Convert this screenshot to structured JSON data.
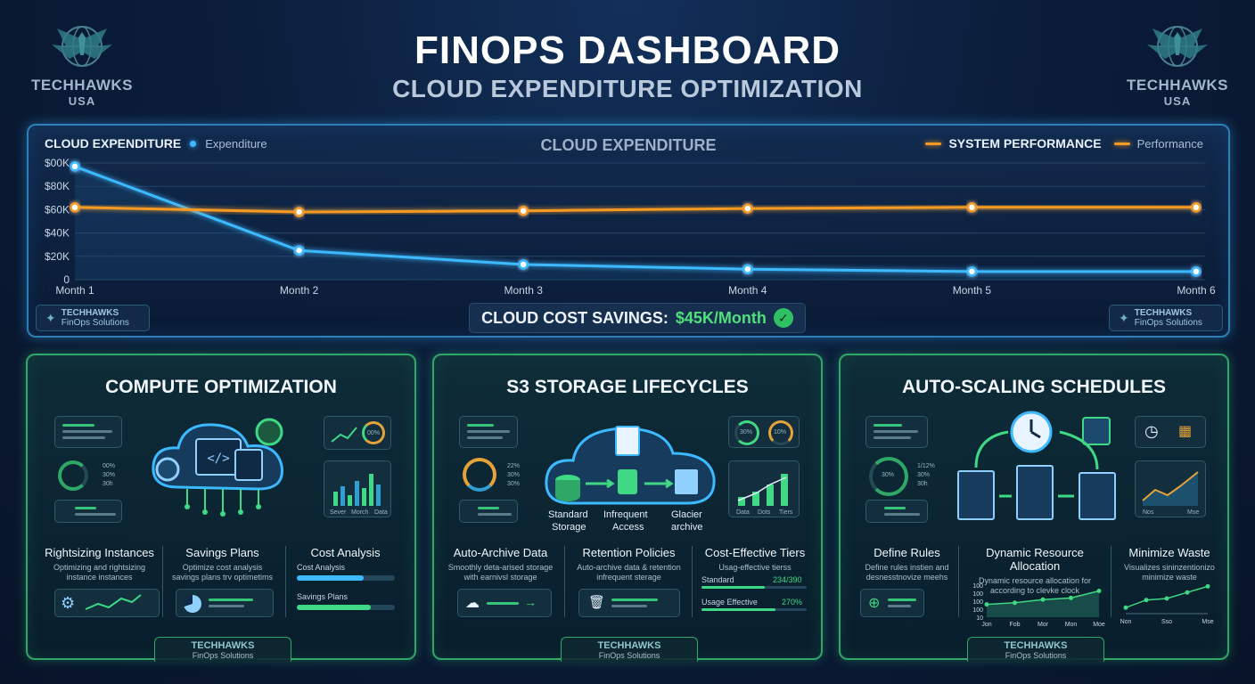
{
  "header": {
    "title": "FINOPS DASHBOARD",
    "subtitle": "CLOUD EXPENDITURE OPTIMIZATION",
    "brand_name": "TECHHAWKS",
    "brand_sub": "USA"
  },
  "chart": {
    "left_title": "CLOUD EXPENDITURE",
    "center_title": "CLOUD EXPENDITURE",
    "right_title": "SYSTEM PERFORMANCE",
    "expenditure_legend": "Expenditure",
    "performance_legend": "Performance",
    "badge_line1": "TECHHAWKS",
    "badge_line2": "FinOps Solutions",
    "savings_label": "CLOUD COST SAVINGS:",
    "savings_value": "$45K/Month"
  },
  "chart_data": {
    "type": "line",
    "x": [
      "Month 1",
      "Month 2",
      "Month 3",
      "Month 4",
      "Month 5",
      "Month 6"
    ],
    "y_ticks": [
      "0",
      "$20K",
      "$40K",
      "$60K",
      "$80K",
      "$00K"
    ],
    "ylim": [
      0,
      100
    ],
    "series": [
      {
        "name": "Expenditure",
        "values": [
          97,
          25,
          13,
          9,
          7,
          7
        ],
        "color": "#3db9ff"
      },
      {
        "name": "Performance",
        "values": [
          62,
          58,
          59,
          61,
          62,
          62
        ],
        "color": "#f59a23"
      }
    ],
    "grid": true,
    "legend_position": "top"
  },
  "panels": [
    {
      "title": "COMPUTE OPTIMIZATION",
      "ring_text": "00%",
      "stats": [
        "00%",
        "30%",
        "30h"
      ],
      "chart_labels": [
        "Sever",
        "Morch",
        "Data"
      ],
      "columns": [
        {
          "title": "Rightsizing Instances",
          "desc1": "Optimizing and rightsizing",
          "desc2": "instance instances"
        },
        {
          "title": "Savings Plans",
          "desc1": "Optimize cost analysis",
          "desc2": "savings plans trv optimetims"
        },
        {
          "title": "Cost Analysis",
          "desc1": "",
          "desc2": ""
        }
      ],
      "progress": [
        {
          "label": "Cost Analysis",
          "value": 0.68
        },
        {
          "label": "Savings Plans",
          "value": 0.75
        }
      ],
      "footer1": "TECHHAWKS",
      "footer2": "FinOps Solutions"
    },
    {
      "title": "S3 STORAGE LIFECYCLES",
      "ring_text": "30%",
      "ring_text2": "10%",
      "stats": [
        "22%",
        "30%",
        "30%"
      ],
      "chart_labels": [
        "Data",
        "Dots",
        "Tiers"
      ],
      "hero_labels": [
        "Standard",
        "Storage",
        "Infrequent",
        "Access",
        "Glacier",
        "archive"
      ],
      "columns": [
        {
          "title": "Auto-Archive Data",
          "desc1": "Smoothly deta-arised storage",
          "desc2": "with earnivsl storage"
        },
        {
          "title": "Retention Policies",
          "desc1": "Auto-archive data & retention",
          "desc2": "infrequent sterage"
        },
        {
          "title": "Cost-Effective Tiers",
          "desc1": "Usag-effective tierss",
          "desc2": ""
        }
      ],
      "tiers": [
        {
          "label": "Standard",
          "value": "234/390",
          "fill": 0.6
        },
        {
          "label": "Usage Effective",
          "value": "270%",
          "fill": 0.7
        }
      ],
      "footer1": "TECHHAWKS",
      "footer2": "FinOps Solutions"
    },
    {
      "title": "AUTO-SCALING SCHEDULES",
      "ring_text": "30%",
      "stats": [
        "1/12%",
        "30%",
        "30h"
      ],
      "chart_labels": [
        "Nos",
        "Mse"
      ],
      "columns": [
        {
          "title": "Define Rules",
          "desc1": "Define rules instien and",
          "desc2": "desnesstnovize meehs"
        },
        {
          "title": "Dynamic Resource Allocation",
          "desc1": "Dynamic resource allocation for",
          "desc2": "according to clevke clock"
        },
        {
          "title": "Minimize Waste",
          "desc1": "Visualizes sininzentionizo",
          "desc2": "minimize waste"
        }
      ],
      "dyn_chart": {
        "y_ticks": [
          "100",
          "100",
          "100",
          "100",
          "10"
        ],
        "x": [
          "Jon",
          "Fob",
          "Mor",
          "Mon",
          "Moe"
        ],
        "values": [
          40,
          45,
          55,
          60,
          82
        ]
      },
      "waste_chart": {
        "x": [
          "Non",
          "Sso",
          "Mse"
        ],
        "values": [
          20,
          45,
          50,
          70,
          90
        ]
      },
      "footer1": "TECHHAWKS",
      "footer2": "FinOps Solutions"
    }
  ]
}
